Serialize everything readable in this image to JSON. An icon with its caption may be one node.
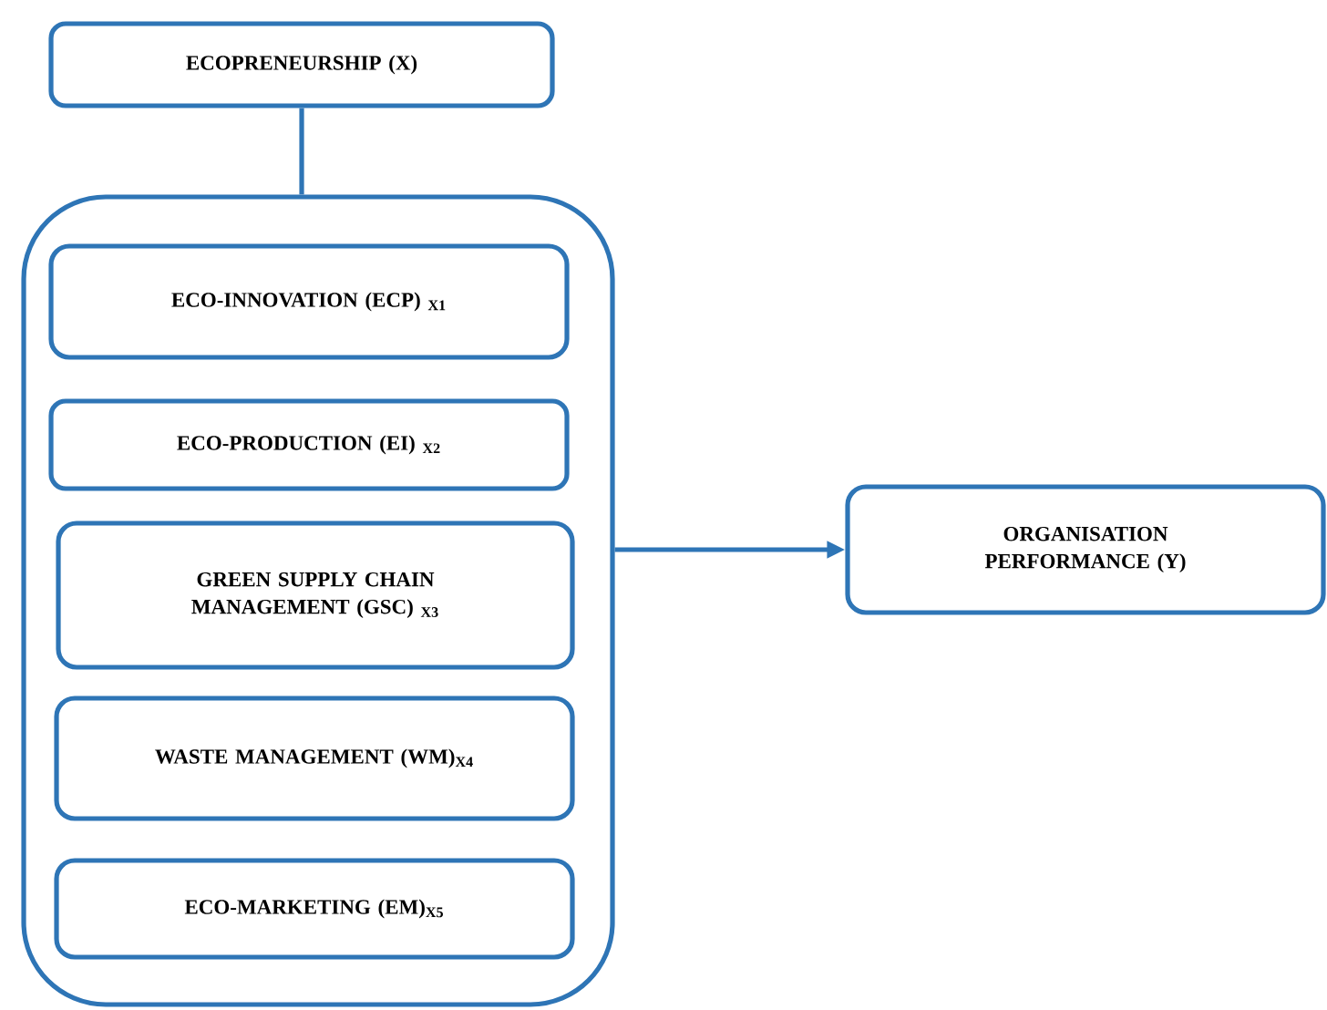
{
  "diagram": {
    "nodes": [
      {
        "text": [
          "ECOPRENEURSHIP (X)"
        ]
      },
      {
        "text": [],
        "shape": "box"
      },
      {
        "text": [
          "ECO-INNOVATION (ECP) $_{X1}$"
        ],
        "in": 1
      },
      {
        "text": [
          "ECO-PRODUCTION (EI) $_{X2}$"
        ],
        "in": 1
      },
      {
        "text": [
          "GREEN SUPPLY CHAIN MANAGEMENT (GSC) $_{X3}$"
        ],
        "in": 1
      },
      {
        "text": [
          "WASTE MANAGEMENT (WM)$_{X4}$"
        ],
        "in": 1
      },
      {
        "text": [
          "ECO-MARKETING (EM)$_{X5}$"
        ],
        "in": 1
      },
      {
        "text": [
          "ORGANISATION PERFORMANCE (Y)"
        ]
      }
    ],
    "edges": [
      {
        "from": 0,
        "to": 1,
        "arrow": "none"
      },
      {
        "from": 1,
        "to": 7,
        "arrow": "to"
      }
    ]
  }
}
